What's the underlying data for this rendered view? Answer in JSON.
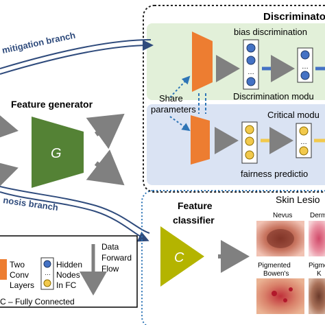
{
  "branches": {
    "top": "mitigation branch",
    "bottom": "nosis branch"
  },
  "discriminator": {
    "title": "Discriminato",
    "bias_label": "bias discrimination",
    "module_label": "Discrimination modu",
    "critical_label": "Critical modu",
    "fairness_label": "fairness predictio",
    "share_line1": "Share",
    "share_line2": "parameters"
  },
  "generator": {
    "title": "Feature generator",
    "symbol": "G"
  },
  "classifier": {
    "title_line1": "Feature",
    "title_line2": "classifier",
    "symbol": "C"
  },
  "skin": {
    "title": "Skin Lesio",
    "items": [
      {
        "label1": "Nevus",
        "label2": ""
      },
      {
        "label1": "Derm",
        "label2": ""
      },
      {
        "label1": "Pigmented",
        "label2": "Bowen's"
      },
      {
        "label1": "Pigme",
        "label2": "K"
      }
    ]
  },
  "legend": {
    "conv_line1": "Two",
    "conv_line2": "Conv",
    "conv_line3": "Layers",
    "nodes_line1": "Hidden",
    "nodes_line2": "Nodes",
    "nodes_line3": "In FC",
    "flow_line1": "Data",
    "flow_line2": "Forward",
    "flow_line3": "Flow",
    "footnote": "C – Fully Connected"
  },
  "colors": {
    "orange": "#ed7d31",
    "green": "#548235",
    "olive": "#b4b400",
    "blue_node": "#4472c4",
    "yellow_node": "#f2c94c",
    "green_bg": "#e2f0d9",
    "blue_bg": "#dae3f3"
  }
}
